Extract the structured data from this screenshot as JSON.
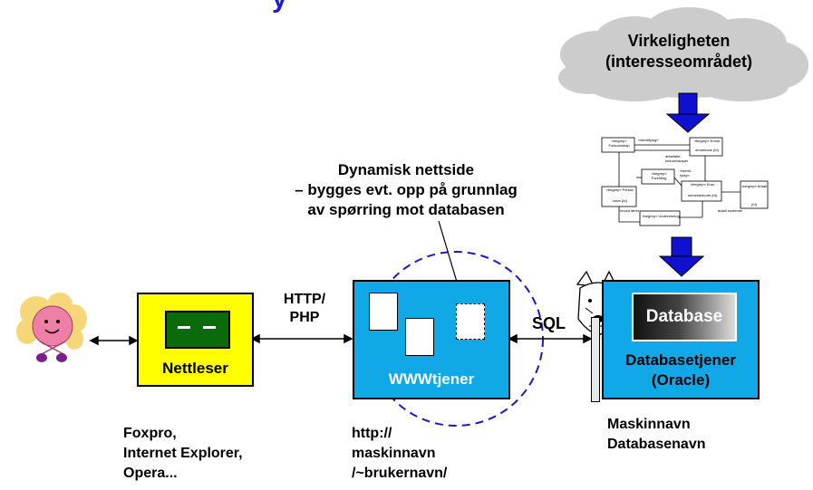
{
  "title_fragment": "y",
  "cloud_label": [
    "Virkeligheten",
    "(interesseområdet)"
  ],
  "dynamic_page_note": [
    "Dynamisk nettside",
    "– bygges evt. opp på grunnlag",
    "av spørring mot databasen"
  ],
  "browser": {
    "label": "Nettleser",
    "examples": [
      "Foxpro,",
      "Internet Explorer,",
      "Opera..."
    ]
  },
  "webserver": {
    "label": "WWWtjener",
    "address": [
      "http://",
      "maskinnavn",
      "/~brukernavn/"
    ]
  },
  "dbserver": {
    "badge": "Database",
    "label": [
      "Databasetjener",
      "(Oracle)"
    ],
    "identifiers": [
      "Maskinnavn",
      "Databasenavn"
    ]
  },
  "protocols": {
    "http": [
      "HTTP/",
      "PHP"
    ],
    "sql": "SQL"
  },
  "model_diagram": {
    "classes": [
      "«begrep» Forkunnskap",
      "«begrep» Emne",
      "«begrep» Forelding",
      "«begrep» Person",
      "«begrep» Kurs",
      "«begrep» Antall",
      "«begrep» Undervisning"
    ],
    "attributes": [
      "emnekode {id}",
      "navn {id}",
      "semesterkode {id}",
      "{id}"
    ],
    "relations": [
      "«identifying»",
      "anbefalte-forkunnskaper",
      "«identi-fying»",
      "hoved lærer",
      "antall studenter"
    ]
  },
  "colors": {
    "title": "#1b1bd6",
    "browser_box": "#ffff00",
    "server_box": "#11a8e8",
    "arrow": "#1010d0",
    "cloud": "#cccccc",
    "dashed_circle": "#1a1ac0"
  }
}
